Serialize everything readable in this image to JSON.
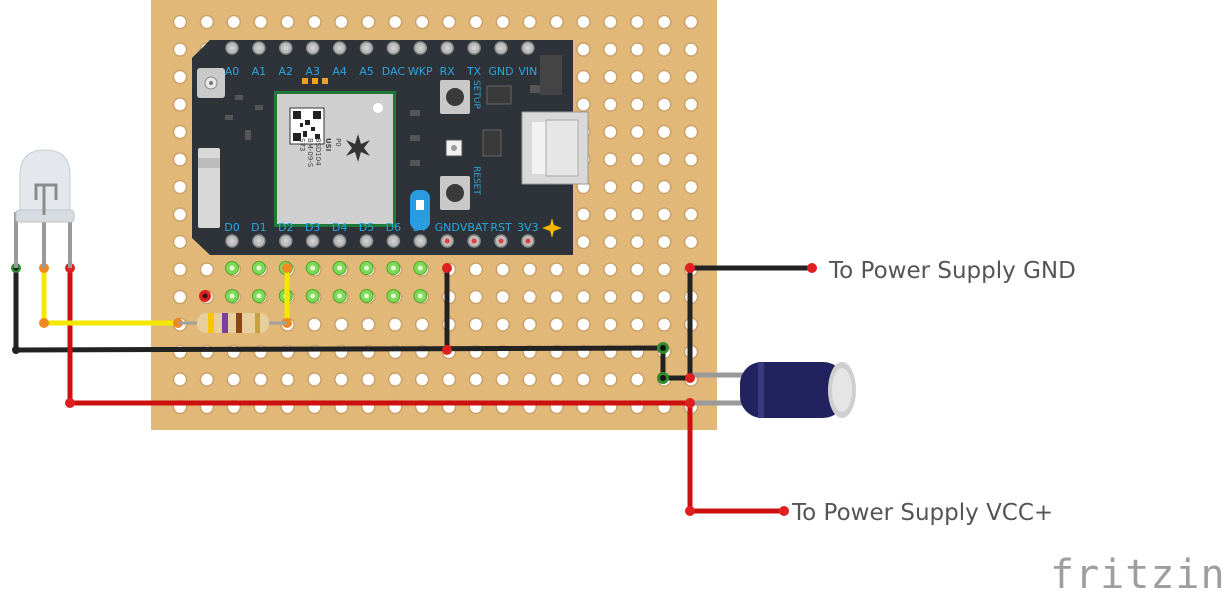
{
  "diagram": {
    "top_pins": [
      "A0",
      "A1",
      "A2",
      "A3",
      "A4",
      "A5",
      "DAC",
      "WKP",
      "RX",
      "TX",
      "GND",
      "VIN"
    ],
    "bottom_pins": [
      "D0",
      "D1",
      "D2",
      "D3",
      "D4",
      "D5",
      "D6",
      "D7",
      "GND",
      "VBAT",
      "RST",
      "3V3"
    ],
    "module": {
      "line1": "P0",
      "line2": "USI",
      "line3": "8SD104",
      "line4": "BM-09-S",
      "line5": "S73"
    },
    "buttons": {
      "setup": "SETUP",
      "reset": "RESET"
    },
    "labels": {
      "gnd": "To Power Supply GND",
      "vcc": "To Power Supply VCC+"
    },
    "logo": "fritzing",
    "colors": {
      "board": "#e1b878",
      "wire_black": "#222222",
      "wire_red": "#cc1010",
      "wire_yellow": "#f5e800",
      "wire_gray": "#9a9a9a",
      "photon": "#2e3339",
      "pin_label": "#2aa6e0",
      "capacitor": "#22225e"
    }
  }
}
